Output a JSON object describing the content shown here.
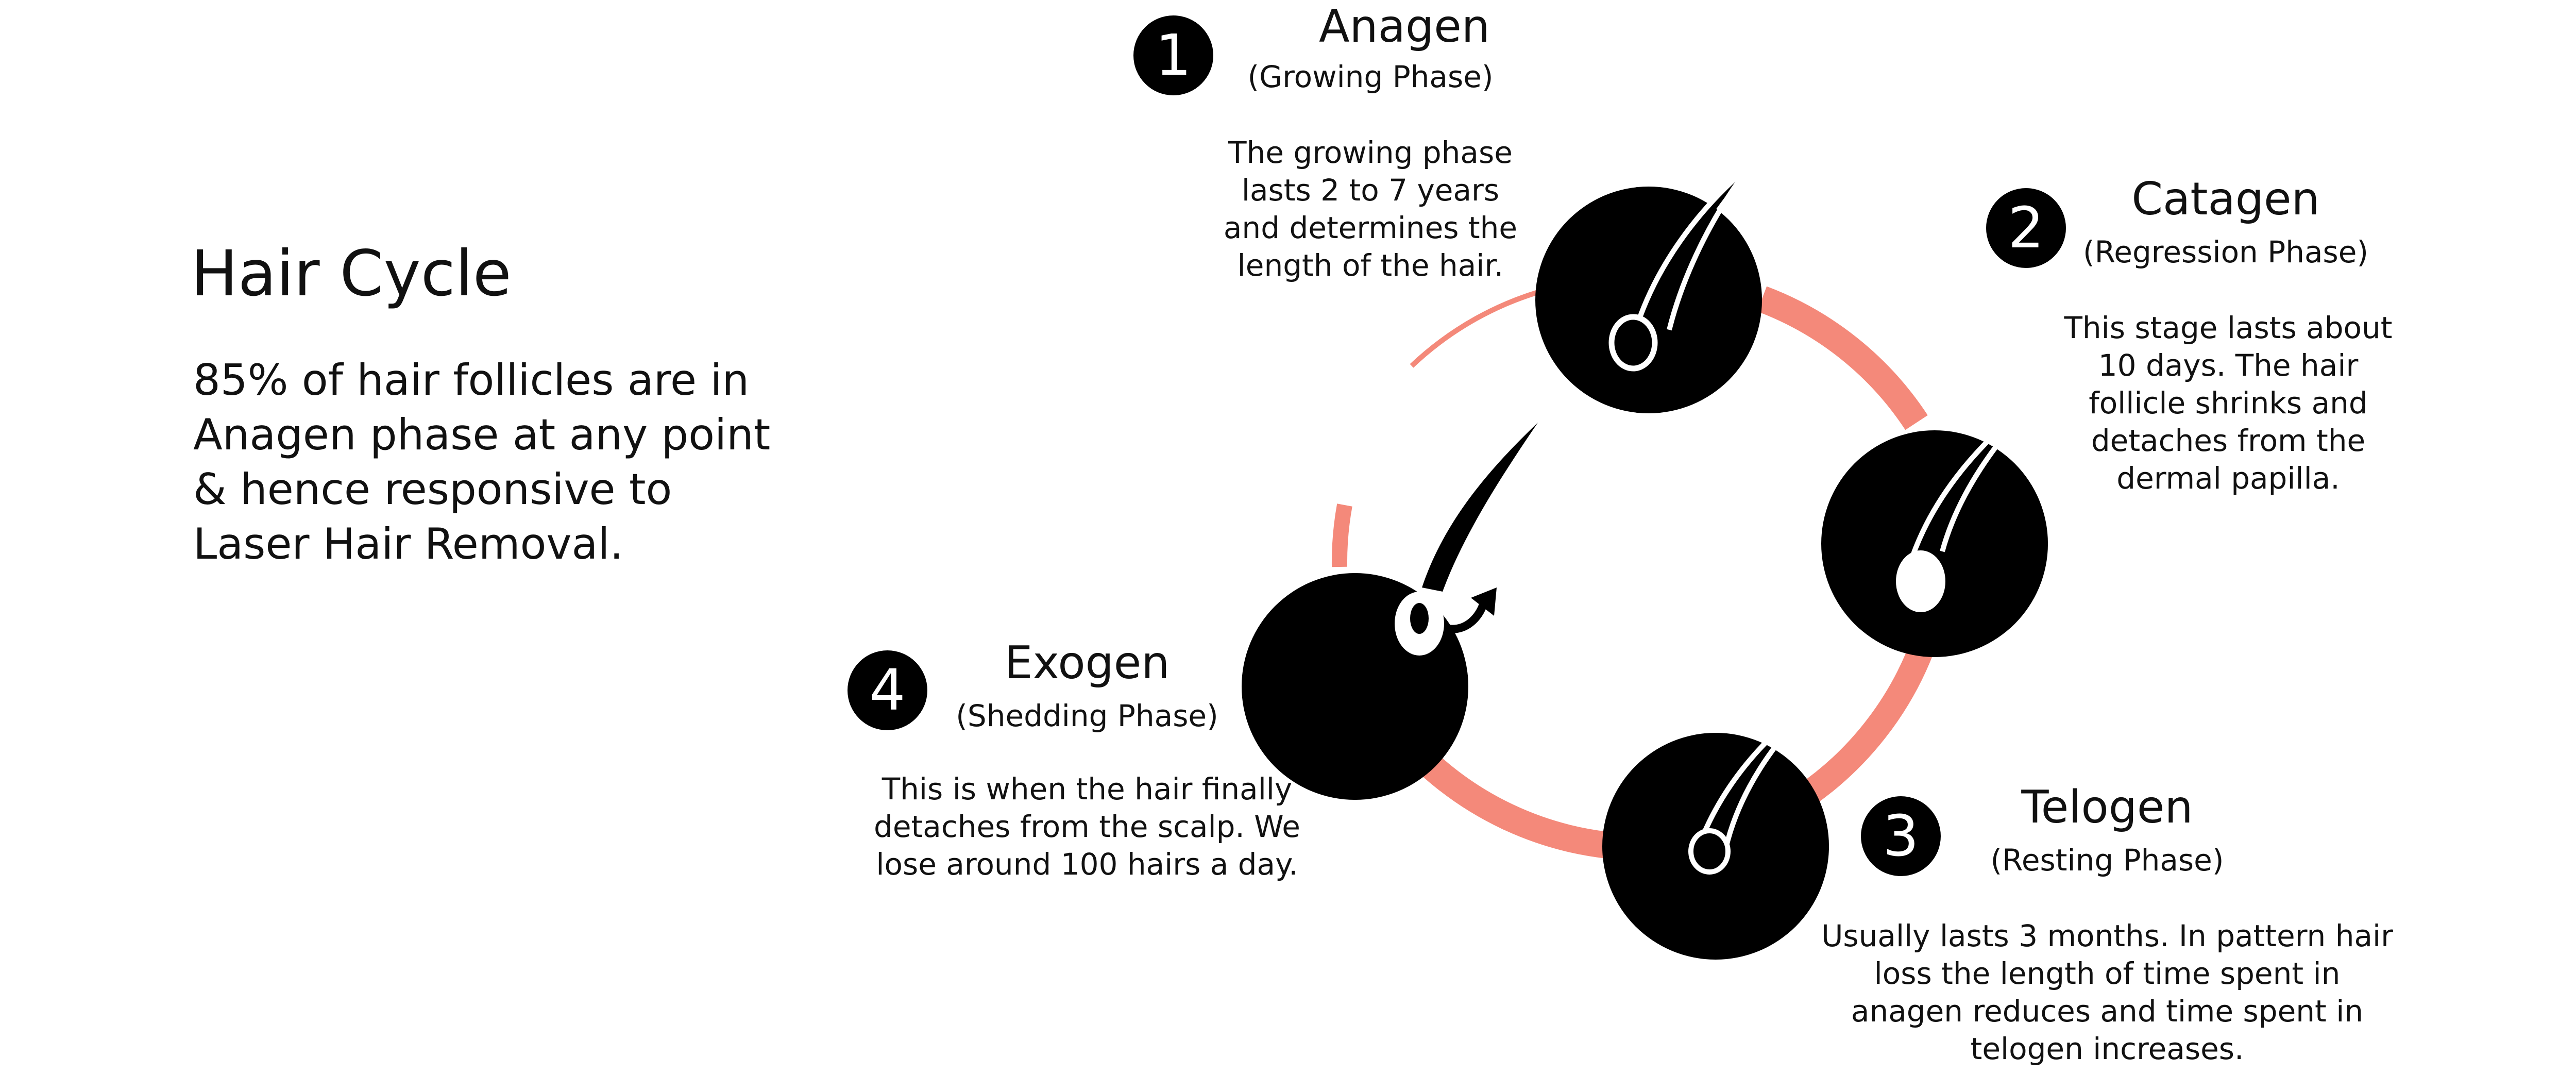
{
  "intro": {
    "title": "Hair Cycle",
    "text": "85% of hair follicles are in Anagen phase at any point & hence responsive to Laser Hair Removal."
  },
  "colors": {
    "cycle_ring": "#f4897a",
    "follicle": "#000000",
    "hair": "#000000",
    "badge_background": "#000000",
    "badge_text": "#ffffff"
  },
  "phases": [
    {
      "number": "1",
      "name": "Anagen",
      "subtitle": "(Growing Phase)",
      "description": "The growing phase lasts 2 to 7 years and determines the length of the hair."
    },
    {
      "number": "2",
      "name": "Catagen",
      "subtitle": "(Regression Phase)",
      "description": "This stage lasts about 10 days. The hair follicle shrinks and detaches from the dermal papilla."
    },
    {
      "number": "3",
      "name": "Telogen",
      "subtitle": "(Resting Phase)",
      "description": "Usually lasts 3 months. In pattern hair loss the length of time spent in anagen reduces and time spent in telogen increases."
    },
    {
      "number": "4",
      "name": "Exogen",
      "subtitle": "(Shedding Phase)",
      "description": "This is when the hair finally detaches from the scalp. We lose around 100 hairs a day."
    }
  ]
}
